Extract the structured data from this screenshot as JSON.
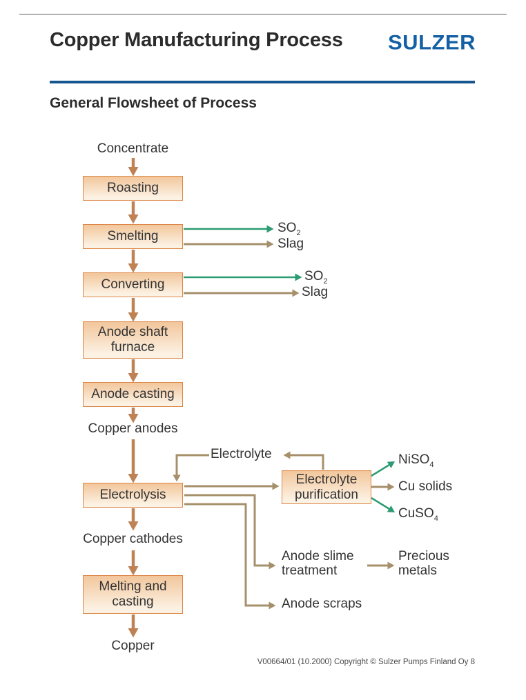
{
  "header": {
    "title": "Copper Manufacturing Process",
    "logo": "SULZER",
    "section_title": "General Flowsheet of Process"
  },
  "nodes": {
    "concentrate": "Concentrate",
    "roasting": "Roasting",
    "smelting": "Smelting",
    "converting": "Converting",
    "anode_shaft_furnace": "Anode shaft furnace",
    "anode_casting": "Anode casting",
    "copper_anodes": "Copper anodes",
    "electrolyte": "Electrolyte",
    "electrolysis": "Electrolysis",
    "electrolyte_purification": "Electrolyte purification",
    "copper_cathodes": "Copper cathodes",
    "melting_and_casting": "Melting and casting",
    "copper": "Copper",
    "slag": "Slag",
    "so2": {
      "main": "SO",
      "sub": "2"
    },
    "niso4": {
      "main": "NiSO",
      "sub": "4"
    },
    "cu_solids": "Cu solids",
    "cuso4": {
      "main": "CuSO",
      "sub": "4"
    },
    "anode_slime_treatment": "Anode slime treatment",
    "precious_metals": "Precious metals",
    "anode_scraps": "Anode scraps"
  },
  "edges": [
    {
      "from": "Concentrate",
      "to": "Roasting",
      "color": "copper"
    },
    {
      "from": "Roasting",
      "to": "Smelting",
      "color": "copper"
    },
    {
      "from": "Smelting",
      "to": "SO2",
      "color": "green"
    },
    {
      "from": "Smelting",
      "to": "Slag",
      "color": "tan"
    },
    {
      "from": "Smelting",
      "to": "Converting",
      "color": "copper"
    },
    {
      "from": "Converting",
      "to": "SO2",
      "color": "green"
    },
    {
      "from": "Converting",
      "to": "Slag",
      "color": "tan"
    },
    {
      "from": "Converting",
      "to": "Anode shaft furnace",
      "color": "copper"
    },
    {
      "from": "Anode shaft furnace",
      "to": "Anode casting",
      "color": "copper"
    },
    {
      "from": "Anode casting",
      "to": "Copper anodes",
      "color": "copper"
    },
    {
      "from": "Copper anodes",
      "to": "Electrolysis",
      "color": "copper"
    },
    {
      "from": "Electrolysis",
      "to": "Electrolyte purification",
      "color": "tan"
    },
    {
      "from": "Electrolyte purification",
      "to": "Electrolyte",
      "color": "tan"
    },
    {
      "from": "Electrolyte",
      "to": "Electrolysis",
      "color": "tan"
    },
    {
      "from": "Electrolyte purification",
      "to": "NiSO4",
      "color": "green"
    },
    {
      "from": "Electrolyte purification",
      "to": "Cu solids",
      "color": "tan"
    },
    {
      "from": "Electrolyte purification",
      "to": "CuSO4",
      "color": "green"
    },
    {
      "from": "Electrolysis",
      "to": "Anode slime treatment",
      "color": "tan"
    },
    {
      "from": "Anode slime treatment",
      "to": "Precious metals",
      "color": "tan"
    },
    {
      "from": "Electrolysis",
      "to": "Anode scraps",
      "color": "tan"
    },
    {
      "from": "Electrolysis",
      "to": "Copper cathodes",
      "color": "copper"
    },
    {
      "from": "Copper cathodes",
      "to": "Melting and casting",
      "color": "copper"
    },
    {
      "from": "Melting and casting",
      "to": "Copper",
      "color": "copper"
    }
  ],
  "footer": {
    "text": "V00664/01 (10.2000) Copyright © Sulzer Pumps Finland Oy 8"
  },
  "colors": {
    "arrow_copper": "#BE8254",
    "arrow_tan": "#A6906B",
    "arrow_green": "#2E9C72",
    "box_border": "#DC8747",
    "box_fill_top": "#F2C69B",
    "box_fill_bottom": "#FCF2E4",
    "rule_blue": "#15568F",
    "logo_blue": "#1460A5",
    "text": "#333333"
  }
}
